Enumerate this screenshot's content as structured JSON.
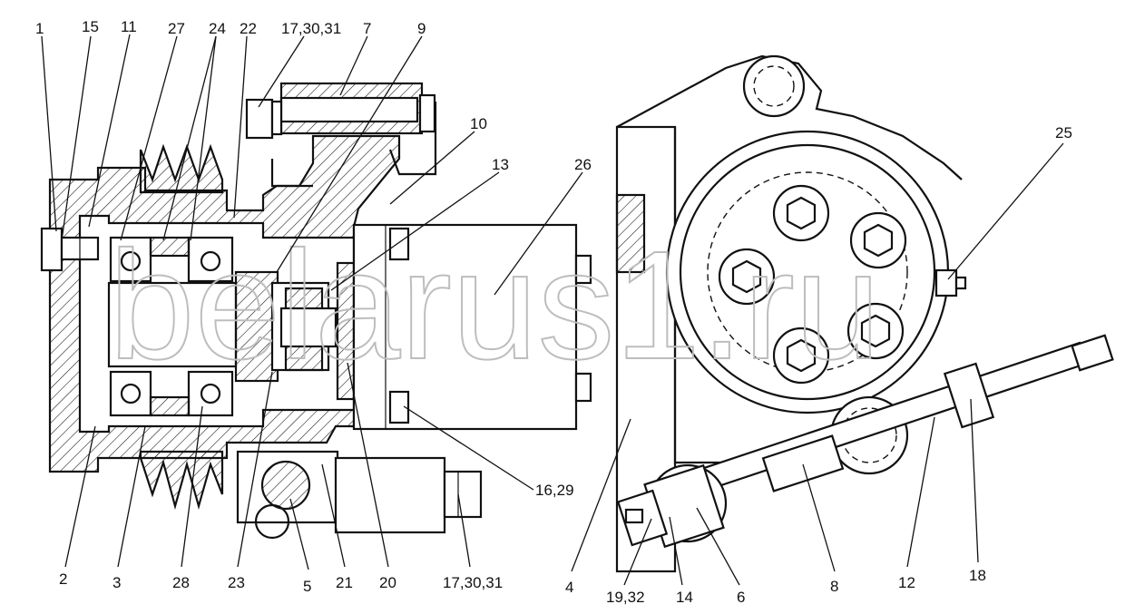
{
  "watermark": "belarus1.ru",
  "callouts": [
    {
      "id": "c1",
      "text": "1"
    },
    {
      "id": "c15",
      "text": "15"
    },
    {
      "id": "c11",
      "text": "11"
    },
    {
      "id": "c27",
      "text": "27"
    },
    {
      "id": "c24",
      "text": "24"
    },
    {
      "id": "c22",
      "text": "22"
    },
    {
      "id": "c17top",
      "text": "17,30,31"
    },
    {
      "id": "c7",
      "text": "7"
    },
    {
      "id": "c9",
      "text": "9"
    },
    {
      "id": "c10",
      "text": "10"
    },
    {
      "id": "c13",
      "text": "13"
    },
    {
      "id": "c26",
      "text": "26"
    },
    {
      "id": "c25",
      "text": "25"
    },
    {
      "id": "c16",
      "text": "16,29"
    },
    {
      "id": "c2",
      "text": "2"
    },
    {
      "id": "c3",
      "text": "3"
    },
    {
      "id": "c28",
      "text": "28"
    },
    {
      "id": "c23",
      "text": "23"
    },
    {
      "id": "c5",
      "text": "5"
    },
    {
      "id": "c21",
      "text": "21"
    },
    {
      "id": "c20",
      "text": "20"
    },
    {
      "id": "c17bot",
      "text": "17,30,31"
    },
    {
      "id": "c4",
      "text": "4"
    },
    {
      "id": "c19",
      "text": "19,32"
    },
    {
      "id": "c14",
      "text": "14"
    },
    {
      "id": "c6",
      "text": "6"
    },
    {
      "id": "c8",
      "text": "8"
    },
    {
      "id": "c12",
      "text": "12"
    },
    {
      "id": "c18",
      "text": "18"
    }
  ]
}
